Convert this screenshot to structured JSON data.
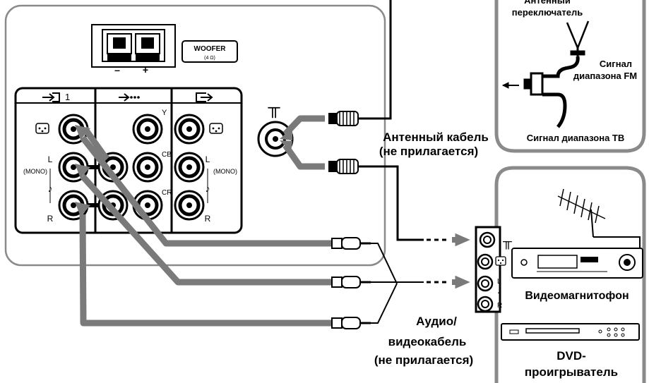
{
  "woofer": {
    "label": "WOOFER",
    "impedance": "(4 Ω)",
    "minus": "–",
    "plus": "+"
  },
  "panel": {
    "input1_number": "1",
    "component_y": "Y",
    "component_cb": "CB",
    "component_cr": "CR",
    "audio_l": "L",
    "audio_r": "R",
    "mono_left": "(MONO)",
    "mono_right": "(MONO)",
    "antenna_symbol": "╥"
  },
  "antenna_box": {
    "title_line1": "Антенный",
    "title_line2": "переключатель",
    "fm_line1": "Сигнал",
    "fm_line2": "диапазона FM",
    "tv_signal": "Сигнал диапазона ТВ"
  },
  "antenna_cable": {
    "line1": "Антенный кабель",
    "line2": "(не прилагается)"
  },
  "av_cable": {
    "line1": "Аудио/",
    "line2": "видеокабель",
    "line3": "(не прилагается)"
  },
  "devices": {
    "vcr_label": "Видеомагнитофон",
    "dvd_line1": "DVD-",
    "dvd_line2": "проигрыватель"
  },
  "colors": {
    "cable_gray": "#7a7a7a",
    "outline": "#000000",
    "panel_border": "#8a8a8a"
  }
}
